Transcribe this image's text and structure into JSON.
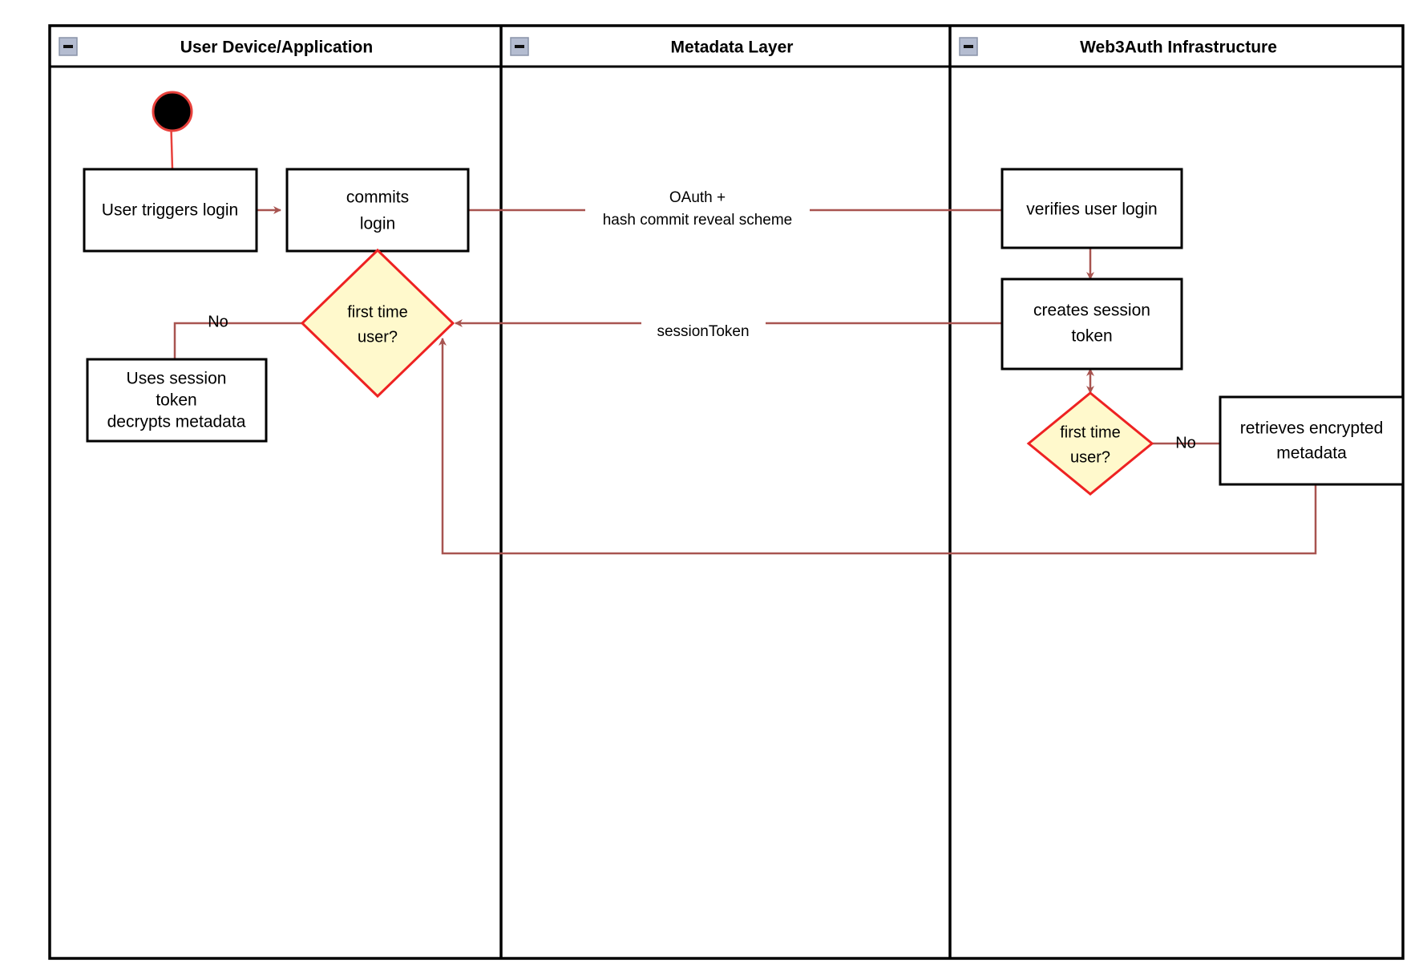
{
  "diagram": {
    "type": "activity-swimlane-diagram",
    "colors": {
      "frame_border": "#000000",
      "lane_divider": "#000000",
      "node_border": "#000000",
      "node_fill": "#ffffff",
      "decision_fill": "#fff9cc",
      "decision_border": "#ee2222",
      "edge": "#a85450",
      "start_node_fill": "#000000",
      "start_node_border": "#e8413c",
      "collapse_icon_fill": "#b4bcd0",
      "background": "#ffffff",
      "text": "#000000"
    },
    "lanes": [
      {
        "id": "lane-user-device",
        "title": "User Device/Application",
        "collapse_icon": "collapse-minus-icon"
      },
      {
        "id": "lane-metadata",
        "title": "Metadata Layer",
        "collapse_icon": "collapse-minus-icon"
      },
      {
        "id": "lane-web3auth",
        "title": "Web3Auth Infrastructure",
        "collapse_icon": "collapse-minus-icon"
      }
    ],
    "nodes": [
      {
        "id": "start",
        "shape": "start-circle",
        "lane": "lane-user-device",
        "label": ""
      },
      {
        "id": "user-triggers-login",
        "shape": "rect",
        "lane": "lane-user-device",
        "label": "User triggers login"
      },
      {
        "id": "commits-login",
        "shape": "rect",
        "lane": "lane-user-device",
        "label_line1": "commits",
        "label_line2": "login"
      },
      {
        "id": "first-time-user-left",
        "shape": "diamond",
        "lane": "lane-user-device",
        "label_line1": "first time",
        "label_line2": "user?"
      },
      {
        "id": "uses-session-token",
        "shape": "rect",
        "lane": "lane-user-device",
        "label_line1": "Uses session",
        "label_line2": "token",
        "label_line3": "decrypts metadata"
      },
      {
        "id": "verifies-user-login",
        "shape": "rect",
        "lane": "lane-web3auth",
        "label": "verifies user login"
      },
      {
        "id": "creates-session-token",
        "shape": "rect",
        "lane": "lane-web3auth",
        "label_line1": "creates session",
        "label_line2": "token"
      },
      {
        "id": "first-time-user-right",
        "shape": "diamond",
        "lane": "lane-web3auth",
        "label_line1": "first time",
        "label_line2": "user?"
      },
      {
        "id": "retrieves-encrypted-metadata",
        "shape": "rect",
        "lane": "lane-web3auth",
        "label_line1": "retrieves encrypted",
        "label_line2": "metadata"
      }
    ],
    "edges": [
      {
        "id": "edge-start-to-trigger",
        "from": "start",
        "to": "user-triggers-login",
        "label": "",
        "arrow": "none"
      },
      {
        "id": "edge-trigger-to-commits",
        "from": "user-triggers-login",
        "to": "commits-login",
        "label": "",
        "arrow": "end"
      },
      {
        "id": "edge-commits-to-decision",
        "from": "commits-login",
        "to": "first-time-user-left",
        "label": "",
        "arrow": "end"
      },
      {
        "id": "edge-commits-to-verifies",
        "from": "commits-login",
        "to": "verifies-user-login",
        "label_line1": "OAuth +",
        "label_line2": "hash commit reveal scheme",
        "arrow": "none"
      },
      {
        "id": "edge-verifies-to-creates",
        "from": "verifies-user-login",
        "to": "creates-session-token",
        "label": "",
        "arrow": "end"
      },
      {
        "id": "edge-creates-to-decision-left",
        "from": "creates-session-token",
        "to": "first-time-user-left",
        "label": "sessionToken",
        "arrow": "end"
      },
      {
        "id": "edge-creates-to-decision-right",
        "from": "creates-session-token",
        "to": "first-time-user-right",
        "label": "",
        "arrow": "both"
      },
      {
        "id": "edge-decision-right-no",
        "from": "first-time-user-right",
        "to": "retrieves-encrypted-metadata",
        "label": "No",
        "arrow": "none"
      },
      {
        "id": "edge-decision-left-no",
        "from": "first-time-user-left",
        "to": "uses-session-token",
        "label": "No",
        "arrow": "none"
      },
      {
        "id": "edge-retrieves-loop-back",
        "from": "retrieves-encrypted-metadata",
        "to": "first-time-user-left",
        "label": "",
        "arrow": "end"
      }
    ],
    "edge_labels": {
      "oauth_line1": "OAuth +",
      "oauth_line2": "hash commit reveal scheme",
      "session_token": "sessionToken",
      "no_left": "No",
      "no_right": "No"
    },
    "node_text": {
      "user_triggers_login": "User triggers login",
      "commits_l1": "commits",
      "commits_l2": "login",
      "decision_left_l1": "first time",
      "decision_left_l2": "user?",
      "uses_session_l1": "Uses session",
      "uses_session_l2": "token",
      "uses_session_l3": "decrypts metadata",
      "verifies_user_login": "verifies user login",
      "creates_session_l1": "creates session",
      "creates_session_l2": "token",
      "decision_right_l1": "first time",
      "decision_right_l2": "user?",
      "retrieves_l1": "retrieves encrypted",
      "retrieves_l2": "metadata"
    }
  }
}
